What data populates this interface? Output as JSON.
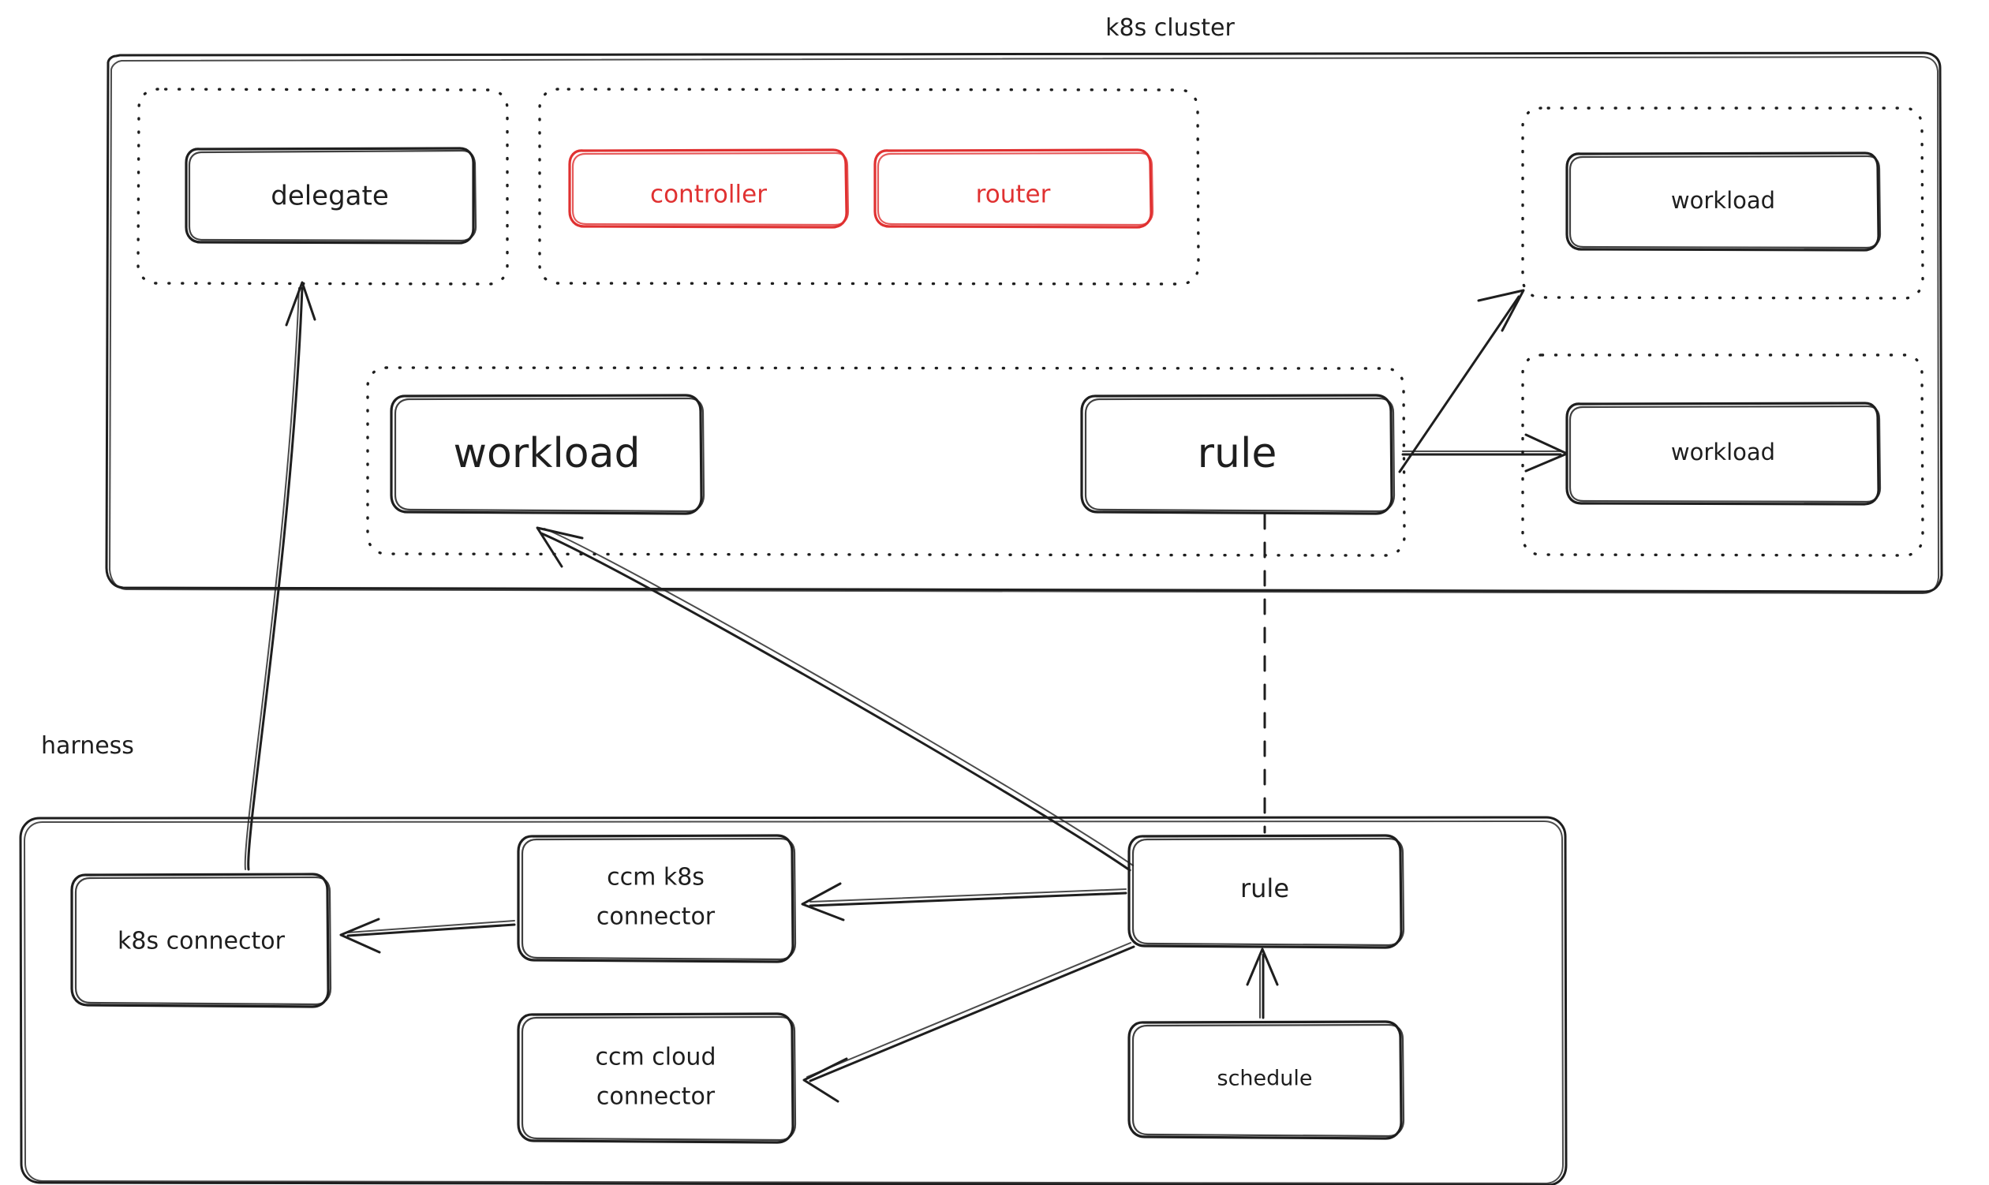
{
  "diagram": {
    "title_k8s": "k8s cluster",
    "title_harness": "harness",
    "accent_red": "#e03131",
    "ink": "#1e1e1e",
    "background": "#ffffff"
  },
  "k8s_cluster": {
    "label": "k8s cluster",
    "groups": [
      {
        "name": "delegate-group",
        "nodes": [
          {
            "id": "delegate",
            "label": "delegate",
            "color": "ink",
            "font_size": 34
          }
        ]
      },
      {
        "name": "control-plane-group",
        "nodes": [
          {
            "id": "controller",
            "label": "controller",
            "color": "red",
            "font_size": 31
          },
          {
            "id": "router",
            "label": "router",
            "color": "red",
            "font_size": 31
          }
        ]
      },
      {
        "name": "workload-top-group",
        "nodes": [
          {
            "id": "workload-top-right",
            "label": "workload",
            "color": "ink",
            "font_size": 29
          }
        ]
      },
      {
        "name": "workload-mid-group",
        "nodes": [
          {
            "id": "workload-bottom-right",
            "label": "workload",
            "color": "ink",
            "font_size": 29
          }
        ]
      },
      {
        "name": "rule-group",
        "nodes": [
          {
            "id": "workload-main",
            "label": "workload",
            "color": "ink",
            "font_size": 52
          },
          {
            "id": "rule-cluster",
            "label": "rule",
            "color": "ink",
            "font_size": 52
          }
        ]
      }
    ]
  },
  "harness": {
    "label": "harness",
    "nodes": [
      {
        "id": "k8s-connector",
        "label": "k8s connector",
        "font_size": 30
      },
      {
        "id": "ccm-k8s-connector",
        "label_line1": "ccm k8s",
        "label_line2": "connector",
        "font_size": 30
      },
      {
        "id": "ccm-cloud-connector",
        "label_line1": "ccm cloud",
        "label_line2": "connector",
        "font_size": 30
      },
      {
        "id": "rule-harness",
        "label": "rule",
        "font_size": 32
      },
      {
        "id": "schedule",
        "label": "schedule",
        "font_size": 27
      }
    ]
  },
  "edges": [
    {
      "id": "edge-k8sconn-to-delegate",
      "from": "k8s-connector",
      "to": "delegate",
      "style": "solid",
      "arrow": "to"
    },
    {
      "id": "edge-rule-to-workload-main",
      "from": "rule-harness",
      "to": "workload-main",
      "style": "solid",
      "arrow": "to"
    },
    {
      "id": "edge-ccmk8s-to-k8sconn",
      "from": "ccm-k8s-connector",
      "to": "k8s-connector",
      "style": "solid",
      "arrow": "to"
    },
    {
      "id": "edge-rule-to-ccmk8s",
      "from": "rule-harness",
      "to": "ccm-k8s-connector",
      "style": "solid",
      "arrow": "to"
    },
    {
      "id": "edge-rule-to-ccmcloud",
      "from": "rule-harness",
      "to": "ccm-cloud-connector",
      "style": "solid",
      "arrow": "to"
    },
    {
      "id": "edge-schedule-to-rule",
      "from": "schedule",
      "to": "rule-harness",
      "style": "solid",
      "arrow": "to"
    },
    {
      "id": "edge-rulecluster-to-workload-top",
      "from": "rule-cluster",
      "to": "workload-top-right",
      "style": "solid",
      "arrow": "to"
    },
    {
      "id": "edge-rulecluster-to-workload-bottom",
      "from": "rule-cluster",
      "to": "workload-bottom-right",
      "style": "solid",
      "arrow": "to"
    },
    {
      "id": "edge-rulecluster-to-rule-harness",
      "from": "rule-cluster",
      "to": "rule-harness",
      "style": "dashed",
      "arrow": "none"
    }
  ]
}
